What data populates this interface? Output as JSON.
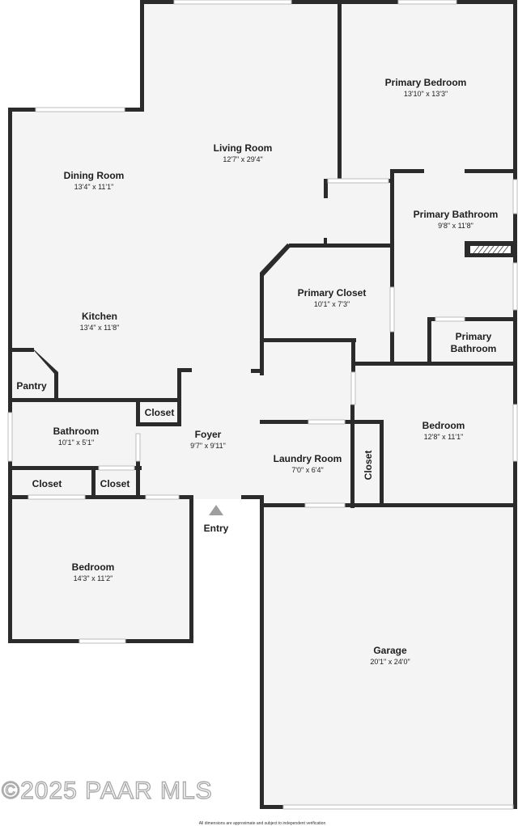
{
  "rooms": {
    "primary_bedroom": {
      "name": "Primary Bedroom",
      "dim": "13'10\" x 13'3\""
    },
    "living_room": {
      "name": "Living Room",
      "dim": "12'7\" x 29'4\""
    },
    "dining_room": {
      "name": "Dining Room",
      "dim": "13'4\" x 11'1\""
    },
    "primary_bathroom": {
      "name": "Primary Bathroom",
      "dim": "9'8\" x 11'8\""
    },
    "primary_closet": {
      "name": "Primary Closet",
      "dim": "10'1\" x 7'3\""
    },
    "kitchen": {
      "name": "Kitchen",
      "dim": "13'4\" x 11'8\""
    },
    "pantry": {
      "name": "Pantry"
    },
    "primary_toilet": {
      "name_line1": "Primary",
      "name_line2": "Bathroom"
    },
    "closet_small": {
      "name": "Closet"
    },
    "bathroom": {
      "name": "Bathroom",
      "dim": "10'1\" x 5'1\""
    },
    "foyer": {
      "name": "Foyer",
      "dim": "9'7\" x 9'11\""
    },
    "bedroom_2": {
      "name": "Bedroom",
      "dim": "12'8\" x 11'1\""
    },
    "laundry_room": {
      "name": "Laundry Room",
      "dim": "7'0\" x 6'4\""
    },
    "closet_laundry": {
      "name": "Closet"
    },
    "closet_left": {
      "name": "Closet"
    },
    "closet_mid": {
      "name": "Closet"
    },
    "bedroom_3": {
      "name": "Bedroom",
      "dim": "14'3\" x 11'2\""
    },
    "garage": {
      "name": "Garage",
      "dim": "20'1\" x 24'0\""
    }
  },
  "entry_label": "Entry",
  "watermark": "©2025 PAAR MLS",
  "disclaimer": "All dimensions are approximate and subject to independent verification",
  "colors": {
    "wall": "#2b2b2b",
    "floor": "#f4f4f4",
    "window": "#ffffff",
    "entry_arrow": "#9e9e9e"
  }
}
